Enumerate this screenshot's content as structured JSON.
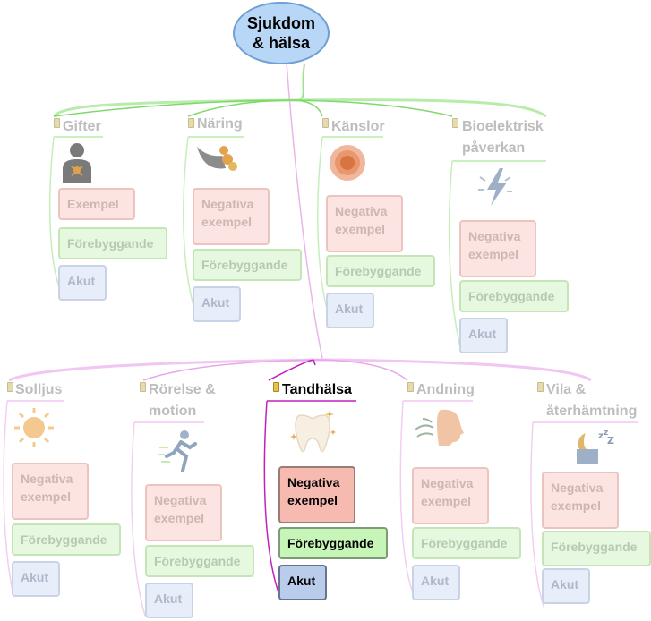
{
  "root": {
    "line1": "Sjukdom",
    "line2": "& hälsa"
  },
  "branches": {
    "gifter": {
      "title": "Gifter",
      "icon": "poison-person-icon",
      "neg": "Exempel",
      "prev": "Förebyggande",
      "acute": "Akut"
    },
    "naring": {
      "title": "Näring",
      "icon": "cornucopia-icon",
      "neg1": "Negativa",
      "neg2": "exempel",
      "prev": "Förebyggande",
      "acute": "Akut"
    },
    "kanslor": {
      "title": "Känslor",
      "icon": "flower-icon",
      "neg1": "Negativa",
      "neg2": "exempel",
      "prev": "Förebyggande",
      "acute": "Akut"
    },
    "bioel": {
      "title1": "Bioelektrisk",
      "title2": "påverkan",
      "icon": "lightning-icon",
      "neg1": "Negativa",
      "neg2": "exempel",
      "prev": "Förebyggande",
      "acute": "Akut"
    },
    "solljus": {
      "title": "Solljus",
      "icon": "sun-icon",
      "neg1": "Negativa",
      "neg2": "exempel",
      "prev": "Förebyggande",
      "acute": "Akut"
    },
    "rorelse": {
      "title1": "Rörelse &",
      "title2": "motion",
      "icon": "runner-icon",
      "neg1": "Negativa",
      "neg2": "exempel",
      "prev": "Förebyggande",
      "acute": "Akut"
    },
    "tand": {
      "title": "Tandhälsa",
      "icon": "tooth-icon",
      "neg1": "Negativa",
      "neg2": "exempel",
      "prev": "Förebyggande",
      "acute": "Akut"
    },
    "andning": {
      "title": "Andning",
      "icon": "breathing-head-icon",
      "neg1": "Negativa",
      "neg2": "exempel",
      "prev": "Förebyggande",
      "acute": "Akut"
    },
    "vila": {
      "title1": "Vila &",
      "title2": "återhämtning",
      "icon": "sleep-icon",
      "neg1": "Negativa",
      "neg2": "exempel",
      "prev": "Förebyggande",
      "acute": "Akut"
    }
  },
  "colors": {
    "green_branch": "#5fd24a",
    "pink_branch": "#e38be3",
    "active_line": "#c020c0",
    "root_fill": "#b8d6f5"
  }
}
